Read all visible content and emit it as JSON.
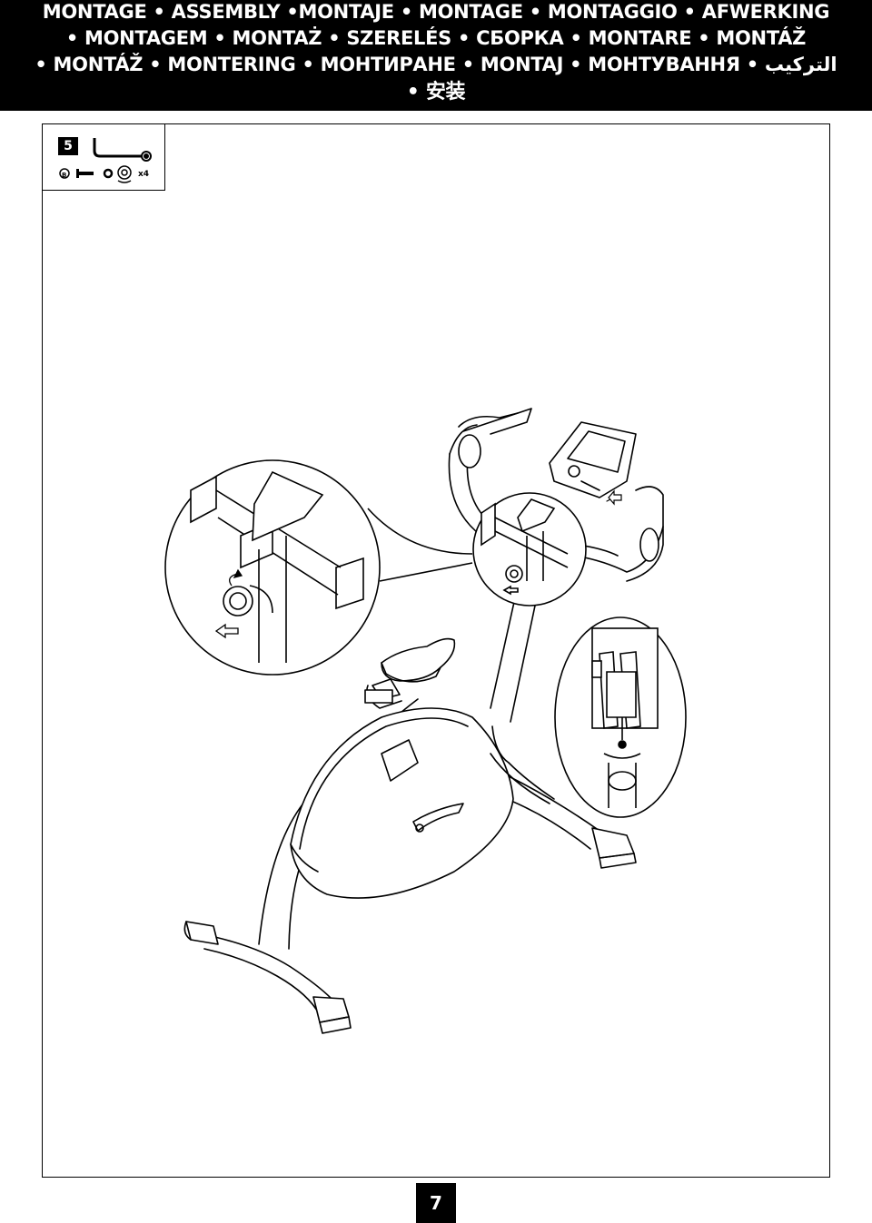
{
  "header": {
    "line1": "MONTAGE • ASSEMBLY •MONTAJE • MONTAGE • MONTAGGIO • AFWERKING",
    "line2": "• MONTAGEM • MONTAŻ • SZERELÉS • СБОРКА • MONTARE •  MONTÁŽ",
    "line3": "• MONTÁŽ • MONTERING • МОНТИРАНЕ • MONTAJ • МОНТУВАННЯ • التركيب",
    "line4": "• 安装"
  },
  "step": {
    "number": "5",
    "parts_quantity": "x4"
  },
  "page_number": "7",
  "icons": [
    "allen-key-icon",
    "bolt-icon",
    "washer-icon",
    "curved-washer-icon",
    "screwdriver-icon",
    "rotate-arrow-icon",
    "direction-arrow-icon"
  ]
}
